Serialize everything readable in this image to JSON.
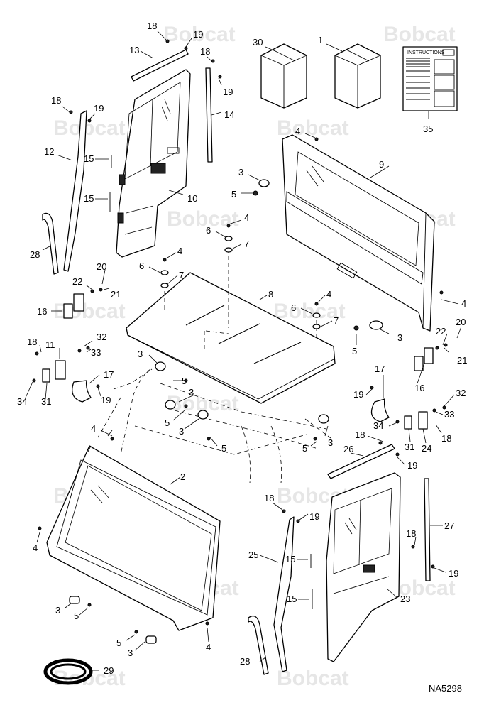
{
  "watermark": "Bobcat",
  "instructions_label": "INSTRUCTIONS",
  "reference_code": "NA5298",
  "callouts": {
    "c1": "1",
    "c2": "2",
    "c3": "3",
    "c4": "4",
    "c5": "5",
    "c6": "6",
    "c7": "7",
    "c8": "8",
    "c9": "9",
    "c10": "10",
    "c11": "11",
    "c12": "12",
    "c13": "13",
    "c14": "14",
    "c15": "15",
    "c16": "16",
    "c17": "17",
    "c18": "18",
    "c19": "19",
    "c20": "20",
    "c21": "21",
    "c22": "22",
    "c23": "23",
    "c24": "24",
    "c25": "25",
    "c26": "26",
    "c27": "27",
    "c28": "28",
    "c29": "29",
    "c30": "30",
    "c31": "31",
    "c32": "32",
    "c33": "33",
    "c34": "34",
    "c35": "35"
  }
}
